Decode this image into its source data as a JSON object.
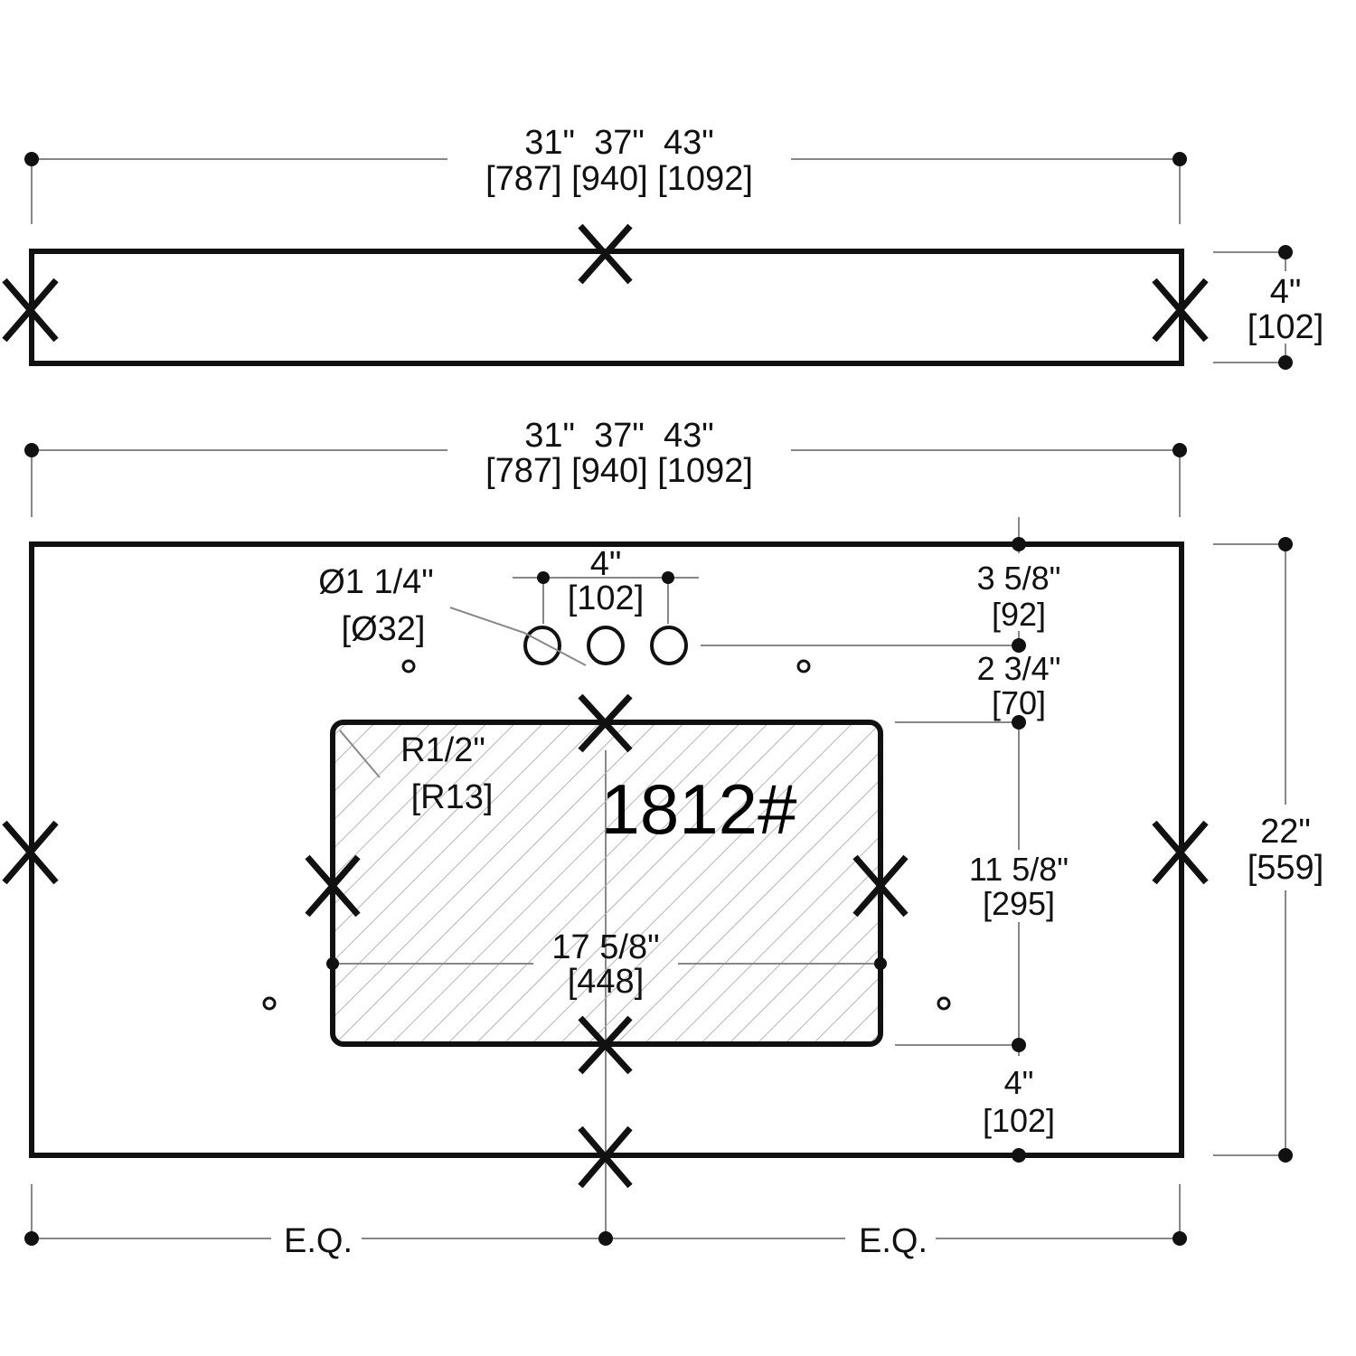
{
  "colors": {
    "ink": "#111111",
    "leader": "#888888",
    "hatch": "#b5b5b5",
    "background": "#ffffff"
  },
  "backsplash": {
    "width_in": "31\"  37\"  43\"",
    "width_mm": "[787] [940] [1092]",
    "height_in": "4\"",
    "height_mm": "[102]"
  },
  "top": {
    "width_in": "31\"  37\"  43\"",
    "width_mm": "[787] [940] [1092]",
    "depth_in": "22\"",
    "depth_mm": "[559]",
    "faucet_hole_dia_in": "Ø1 1/4\"",
    "faucet_hole_dia_mm": "[Ø32]",
    "faucet_spread_in": "4\"",
    "faucet_spread_mm": "[102]",
    "back_to_holes_in": "3 5/8\"",
    "back_to_holes_mm": "[92]",
    "holes_to_sink_in": "2 3/4\"",
    "holes_to_sink_mm": "[70]",
    "sink_depth_in": "11 5/8\"",
    "sink_depth_mm": "[295]",
    "sink_to_front_in": "4\"",
    "sink_to_front_mm": "[102]",
    "sink_width_in": "17 5/8\"",
    "sink_width_mm": "[448]",
    "corner_radius_in": "R1/2\"",
    "corner_radius_mm": "[R13]",
    "sink_model": "1812#",
    "eq_left": "E.Q.",
    "eq_right": "E.Q."
  }
}
